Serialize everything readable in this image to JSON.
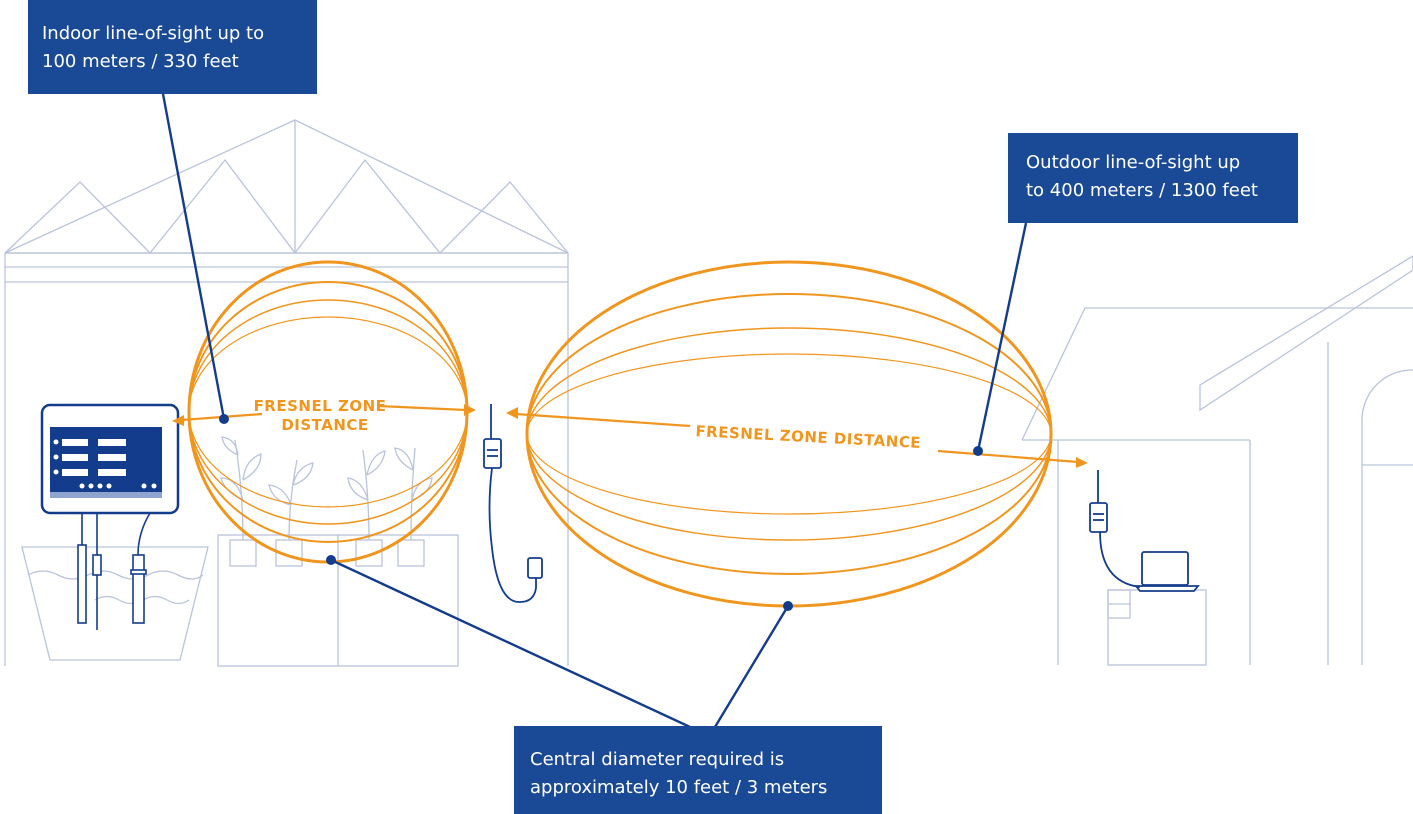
{
  "callouts": {
    "indoor": {
      "line1": "Indoor line-of-sight up to",
      "line2": "100 meters / 330 feet"
    },
    "outdoor": {
      "line1": "Outdoor line-of-sight up",
      "line2": "to 400 meters / 1300 feet"
    },
    "diameter": {
      "line1": "Central diameter required is",
      "line2": "approximately 10 feet / 3 meters"
    }
  },
  "zones": {
    "indoor_label_line1": "FRESNEL ZONE",
    "indoor_label_line2": "DISTANCE",
    "outdoor_label": "FRESNEL ZONE DISTANCE"
  },
  "colors": {
    "callout_bg": "#1a4a96",
    "fresnel_orange": "#f0961f",
    "leader_blue": "#143c8c",
    "line_art": "#b9c3da"
  },
  "icons": [
    "greenhouse",
    "controller",
    "water-tank",
    "probe",
    "plant",
    "transmitter",
    "power-adapter",
    "house",
    "receiver",
    "laptop",
    "desk"
  ]
}
